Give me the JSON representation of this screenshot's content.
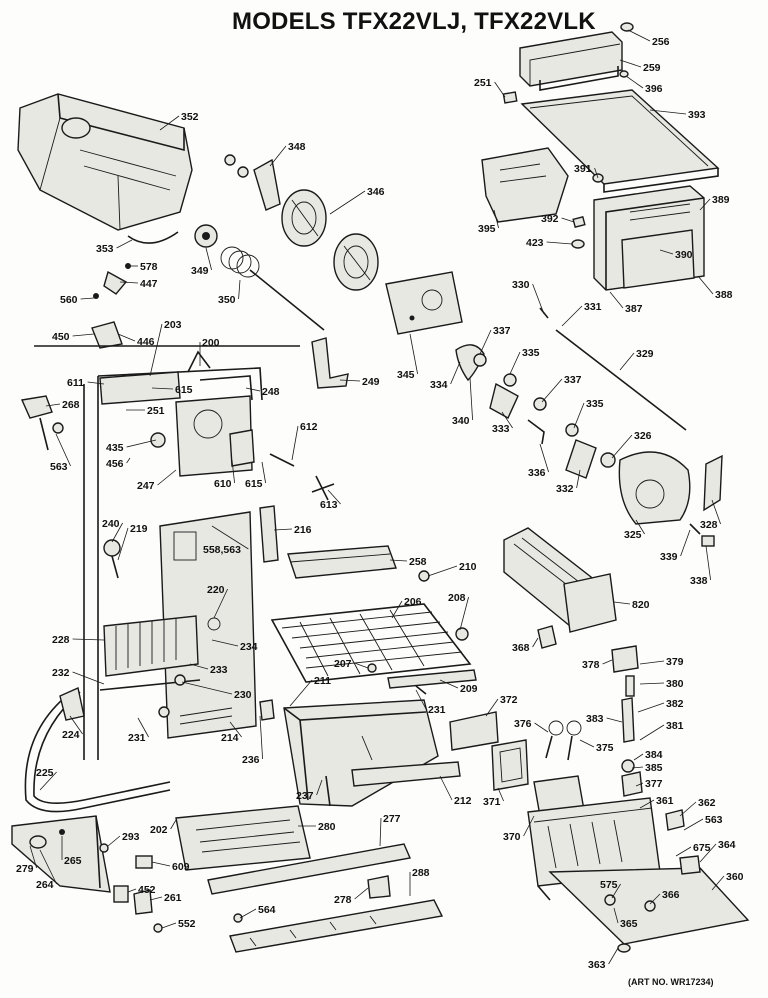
{
  "title": "MODELS TFX22VLJ, TFX22VLK",
  "art_number": "(ART NO. WR17234)",
  "parts": [
    {
      "id": "p-256",
      "label": "256"
    },
    {
      "id": "p-259",
      "label": "259"
    },
    {
      "id": "p-396",
      "label": "396"
    },
    {
      "id": "p-251a",
      "label": "251"
    },
    {
      "id": "p-393",
      "label": "393"
    },
    {
      "id": "p-352",
      "label": "352"
    },
    {
      "id": "p-348",
      "label": "348"
    },
    {
      "id": "p-346",
      "label": "346"
    },
    {
      "id": "p-391",
      "label": "391"
    },
    {
      "id": "p-389",
      "label": "389"
    },
    {
      "id": "p-395",
      "label": "395"
    },
    {
      "id": "p-392",
      "label": "392"
    },
    {
      "id": "p-423",
      "label": "423"
    },
    {
      "id": "p-390",
      "label": "390"
    },
    {
      "id": "p-353",
      "label": "353"
    },
    {
      "id": "p-349",
      "label": "349"
    },
    {
      "id": "p-578",
      "label": "578"
    },
    {
      "id": "p-447",
      "label": "447"
    },
    {
      "id": "p-388",
      "label": "388"
    },
    {
      "id": "p-560",
      "label": "560"
    },
    {
      "id": "p-350",
      "label": "350"
    },
    {
      "id": "p-330",
      "label": "330"
    },
    {
      "id": "p-331",
      "label": "331"
    },
    {
      "id": "p-387",
      "label": "387"
    },
    {
      "id": "p-450",
      "label": "450"
    },
    {
      "id": "p-446",
      "label": "446"
    },
    {
      "id": "p-203",
      "label": "203"
    },
    {
      "id": "p-337a",
      "label": "337"
    },
    {
      "id": "p-200",
      "label": "200"
    },
    {
      "id": "p-335a",
      "label": "335"
    },
    {
      "id": "p-329",
      "label": "329"
    },
    {
      "id": "p-249",
      "label": "249"
    },
    {
      "id": "p-345",
      "label": "345"
    },
    {
      "id": "p-334",
      "label": "334"
    },
    {
      "id": "p-611",
      "label": "611"
    },
    {
      "id": "p-615a",
      "label": "615"
    },
    {
      "id": "p-248",
      "label": "248"
    },
    {
      "id": "p-337b",
      "label": "337"
    },
    {
      "id": "p-268",
      "label": "268"
    },
    {
      "id": "p-251b",
      "label": "251"
    },
    {
      "id": "p-340",
      "label": "340"
    },
    {
      "id": "p-333",
      "label": "333"
    },
    {
      "id": "p-335b",
      "label": "335"
    },
    {
      "id": "p-612",
      "label": "612"
    },
    {
      "id": "p-326",
      "label": "326"
    },
    {
      "id": "p-435",
      "label": "435"
    },
    {
      "id": "p-456",
      "label": "456"
    },
    {
      "id": "p-563a",
      "label": "563"
    },
    {
      "id": "p-247",
      "label": "247"
    },
    {
      "id": "p-610",
      "label": "610"
    },
    {
      "id": "p-615b",
      "label": "615"
    },
    {
      "id": "p-336",
      "label": "336"
    },
    {
      "id": "p-332",
      "label": "332"
    },
    {
      "id": "p-613",
      "label": "613"
    },
    {
      "id": "p-325",
      "label": "325"
    },
    {
      "id": "p-328",
      "label": "328"
    },
    {
      "id": "p-240",
      "label": "240"
    },
    {
      "id": "p-219",
      "label": "219"
    },
    {
      "id": "p-216",
      "label": "216"
    },
    {
      "id": "p-558-563",
      "label": "558,563"
    },
    {
      "id": "p-339",
      "label": "339"
    },
    {
      "id": "p-338",
      "label": "338"
    },
    {
      "id": "p-258",
      "label": "258"
    },
    {
      "id": "p-210",
      "label": "210"
    },
    {
      "id": "p-220",
      "label": "220"
    },
    {
      "id": "p-206",
      "label": "206"
    },
    {
      "id": "p-208",
      "label": "208"
    },
    {
      "id": "p-820",
      "label": "820"
    },
    {
      "id": "p-228",
      "label": "228"
    },
    {
      "id": "p-234",
      "label": "234"
    },
    {
      "id": "p-368",
      "label": "368"
    },
    {
      "id": "p-233",
      "label": "233"
    },
    {
      "id": "p-232",
      "label": "232"
    },
    {
      "id": "p-207",
      "label": "207"
    },
    {
      "id": "p-378",
      "label": "378"
    },
    {
      "id": "p-379",
      "label": "379"
    },
    {
      "id": "p-211",
      "label": "211"
    },
    {
      "id": "p-230",
      "label": "230"
    },
    {
      "id": "p-209",
      "label": "209"
    },
    {
      "id": "p-380",
      "label": "380"
    },
    {
      "id": "p-372",
      "label": "372"
    },
    {
      "id": "p-382",
      "label": "382"
    },
    {
      "id": "p-224",
      "label": "224"
    },
    {
      "id": "p-231a",
      "label": "231"
    },
    {
      "id": "p-231b",
      "label": "231"
    },
    {
      "id": "p-214",
      "label": "214"
    },
    {
      "id": "p-376",
      "label": "376"
    },
    {
      "id": "p-383",
      "label": "383"
    },
    {
      "id": "p-375",
      "label": "375"
    },
    {
      "id": "p-381",
      "label": "381"
    },
    {
      "id": "p-236",
      "label": "236"
    },
    {
      "id": "p-384",
      "label": "384"
    },
    {
      "id": "p-385",
      "label": "385"
    },
    {
      "id": "p-377",
      "label": "377"
    },
    {
      "id": "p-225",
      "label": "225"
    },
    {
      "id": "p-237",
      "label": "237"
    },
    {
      "id": "p-212",
      "label": "212"
    },
    {
      "id": "p-371",
      "label": "371"
    },
    {
      "id": "p-361",
      "label": "361"
    },
    {
      "id": "p-362",
      "label": "362"
    },
    {
      "id": "p-563b",
      "label": "563"
    },
    {
      "id": "p-202",
      "label": "202"
    },
    {
      "id": "p-280",
      "label": "280"
    },
    {
      "id": "p-277",
      "label": "277"
    },
    {
      "id": "p-370",
      "label": "370"
    },
    {
      "id": "p-293",
      "label": "293"
    },
    {
      "id": "p-675",
      "label": "675"
    },
    {
      "id": "p-364",
      "label": "364"
    },
    {
      "id": "p-279",
      "label": "279"
    },
    {
      "id": "p-265",
      "label": "265"
    },
    {
      "id": "p-609",
      "label": "609"
    },
    {
      "id": "p-360",
      "label": "360"
    },
    {
      "id": "p-264",
      "label": "264"
    },
    {
      "id": "p-288",
      "label": "288"
    },
    {
      "id": "p-452",
      "label": "452"
    },
    {
      "id": "p-575",
      "label": "575"
    },
    {
      "id": "p-261",
      "label": "261"
    },
    {
      "id": "p-278",
      "label": "278"
    },
    {
      "id": "p-366",
      "label": "366"
    },
    {
      "id": "p-564",
      "label": "564"
    },
    {
      "id": "p-552",
      "label": "552"
    },
    {
      "id": "p-365",
      "label": "365"
    },
    {
      "id": "p-363",
      "label": "363"
    }
  ]
}
